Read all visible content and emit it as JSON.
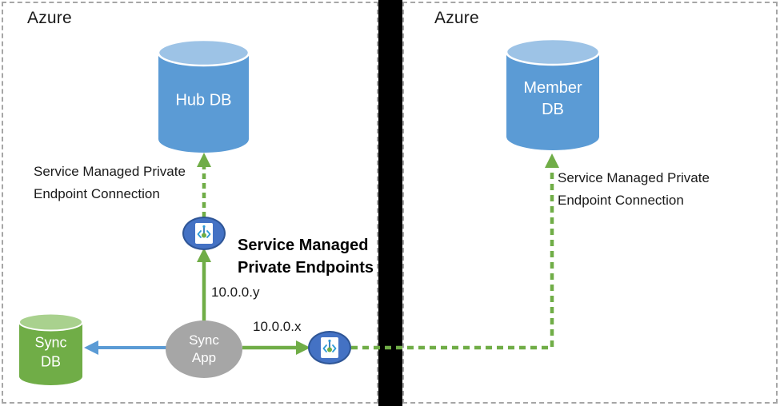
{
  "left_region": {
    "title": "Azure",
    "hub_db_label": "Hub DB",
    "sync_db_label": "Sync\nDB",
    "sync_app_label": "Sync\nApp",
    "connection_label": "Service Managed Private\nEndpoint Connection",
    "endpoints_label": "Service Managed\nPrivate Endpoints",
    "ip_hub": "10.0.0.y",
    "ip_member": "10.0.0.x"
  },
  "right_region": {
    "title": "Azure",
    "member_db_label": "Member\nDB",
    "connection_label": "Service Managed Private\nEndpoint Connection"
  },
  "icons": {
    "private_endpoint": "private-endpoint-icon"
  },
  "colors": {
    "db_blue": "#5B9BD5",
    "db_blue_top": "#9DC3E6",
    "db_green": "#70AD47",
    "db_green_top": "#A9D18E",
    "app_gray": "#A6A6A6",
    "endpoint_fill": "#4472C4",
    "endpoint_border": "#2E5596",
    "arrow_green": "#70AD47",
    "arrow_blue": "#5B9BD5",
    "divider": "#000000",
    "box_border": "#A6A6A6"
  }
}
